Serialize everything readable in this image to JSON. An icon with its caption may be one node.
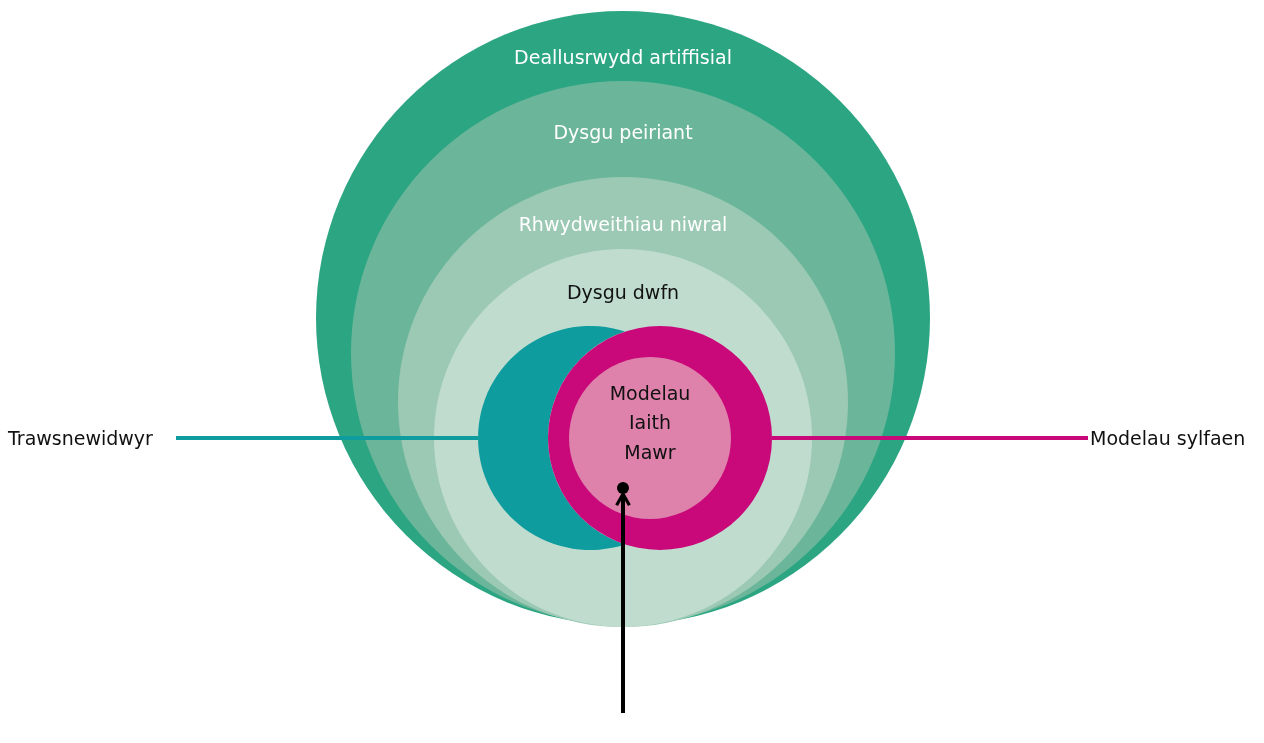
{
  "diagram": {
    "nodes": [
      {
        "text": [
          "Deallusrwydd artiffisial"
        ]
      },
      {
        "text": [
          "Dysgu peiriant"
        ],
        "in": 0
      },
      {
        "text": [
          "Rhwydweithiau niwral"
        ],
        "in": 1
      },
      {
        "text": [
          "Dysgu dwfn"
        ],
        "in": 2
      },
      {
        "text": [],
        "shape": "circle",
        "in": 3
      },
      {
        "text": [],
        "shape": "circle",
        "in": 3
      },
      {
        "text": [
          "Modelau Iaith Mawr"
        ],
        "in": 5
      },
      {
        "text": [],
        "shape": "circle",
        "in": 6
      },
      {
        "text": [
          "Trawsnewidwyr"
        ]
      },
      {
        "text": [
          "Modelau sylfaen"
        ]
      }
    ],
    "edges": [
      {
        "from": 8,
        "to": 4,
        "arrow": "none",
        "color": "#0e9c9e"
      },
      {
        "from": 9,
        "to": 5,
        "arrow": "none",
        "color": "#c9087a"
      },
      {
        "from": null,
        "to": 7,
        "arrow": "to",
        "color": "#000000"
      }
    ]
  }
}
